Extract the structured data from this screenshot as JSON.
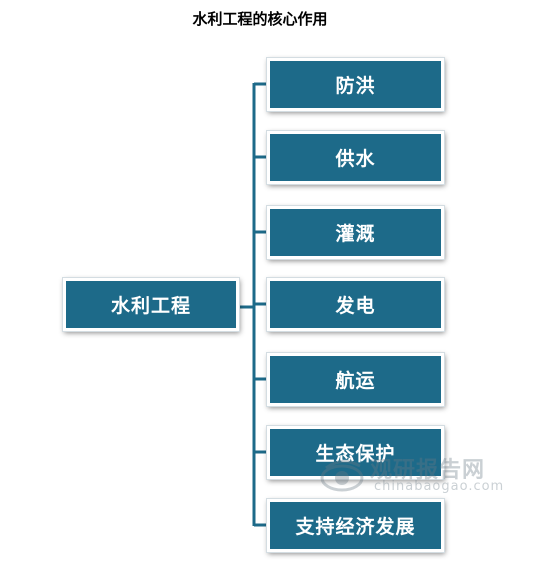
{
  "title": "水利工程的核心作用",
  "root": {
    "label": "水利工程"
  },
  "branches": [
    {
      "label": "防洪"
    },
    {
      "label": "供水"
    },
    {
      "label": "灌溉"
    },
    {
      "label": "发电"
    },
    {
      "label": "航运"
    },
    {
      "label": "生态保护"
    },
    {
      "label": "支持经济发展"
    }
  ],
  "colors": {
    "box_fill": "#1d6a89",
    "connector": "#1d6a89"
  },
  "watermark": {
    "cn": "观研报告网",
    "en": "chinabaogao.com"
  }
}
